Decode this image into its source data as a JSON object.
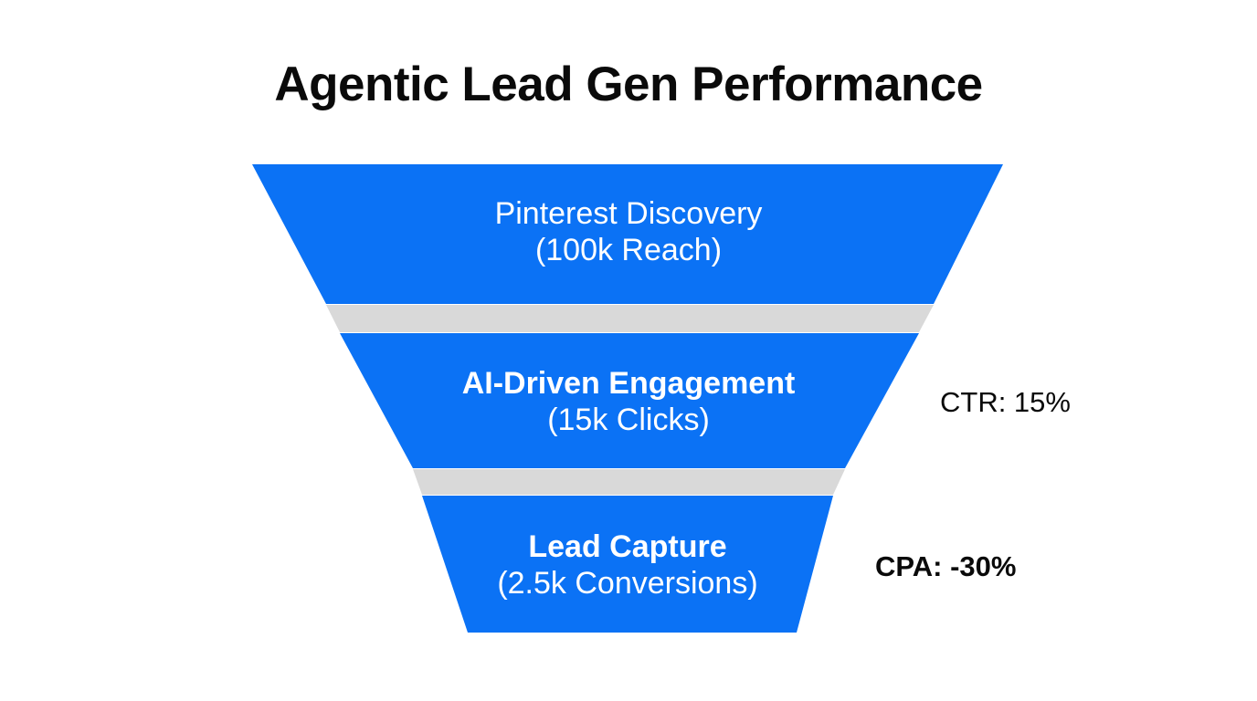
{
  "chart_data": {
    "type": "funnel",
    "title": "Agentic Lead Gen Performance",
    "xlabel": "",
    "ylabel": "",
    "grid": false,
    "legend": "none",
    "background_color": "#ffffff",
    "stage_color": "#0b72f5",
    "connector_color": "#d9d9d9",
    "title_color": "#0a0a0a",
    "stage_label_color": "#ffffff",
    "annotation_color": "#0a0a0a",
    "categories": [
      "Pinterest Discovery",
      "AI-Driven Engagement",
      "Lead Capture"
    ],
    "values": [
      100000,
      15000,
      2500
    ],
    "value_labels": [
      "100k Reach",
      "15k Clicks",
      "2.5k Conversions"
    ],
    "stages": [
      {
        "name": "Pinterest Discovery",
        "line1": "Pinterest Discovery",
        "line2": "(100k Reach)",
        "value": 100000,
        "value_text": "100k",
        "unit": "Reach",
        "bold_primary": false
      },
      {
        "name": "AI-Driven Engagement",
        "line1": "AI-Driven Engagement",
        "line2": "(15k Clicks)",
        "value": 15000,
        "value_text": "15k",
        "unit": "Clicks",
        "bold_primary": true
      },
      {
        "name": "Lead Capture",
        "line1": "Lead Capture",
        "line2": "(2.5k Conversions)",
        "value": 2500,
        "value_text": "2.5k",
        "unit": "Conversions",
        "bold_primary": true
      }
    ],
    "annotations": [
      {
        "label": "CTR: 15%",
        "metric": "CTR",
        "value": "15%",
        "attached_to": "AI-Driven Engagement",
        "bold": false
      },
      {
        "label": "CPA: -30%",
        "metric": "CPA",
        "value": "-30%",
        "attached_to": "Lead Capture",
        "bold": true
      }
    ]
  },
  "title": {
    "text": "Agentic Lead Gen Performance"
  },
  "funnel": {
    "stage_0_line1": "Pinterest Discovery",
    "stage_0_line2": "(100k Reach)",
    "stage_1_line1": "AI-Driven Engagement",
    "stage_1_line2": "(15k Clicks)",
    "stage_2_line1": "Lead Capture",
    "stage_2_line2": "(2.5k Conversions)"
  },
  "annotations": {
    "ctr": "CTR: 15%",
    "cpa": "CPA: -30%"
  }
}
